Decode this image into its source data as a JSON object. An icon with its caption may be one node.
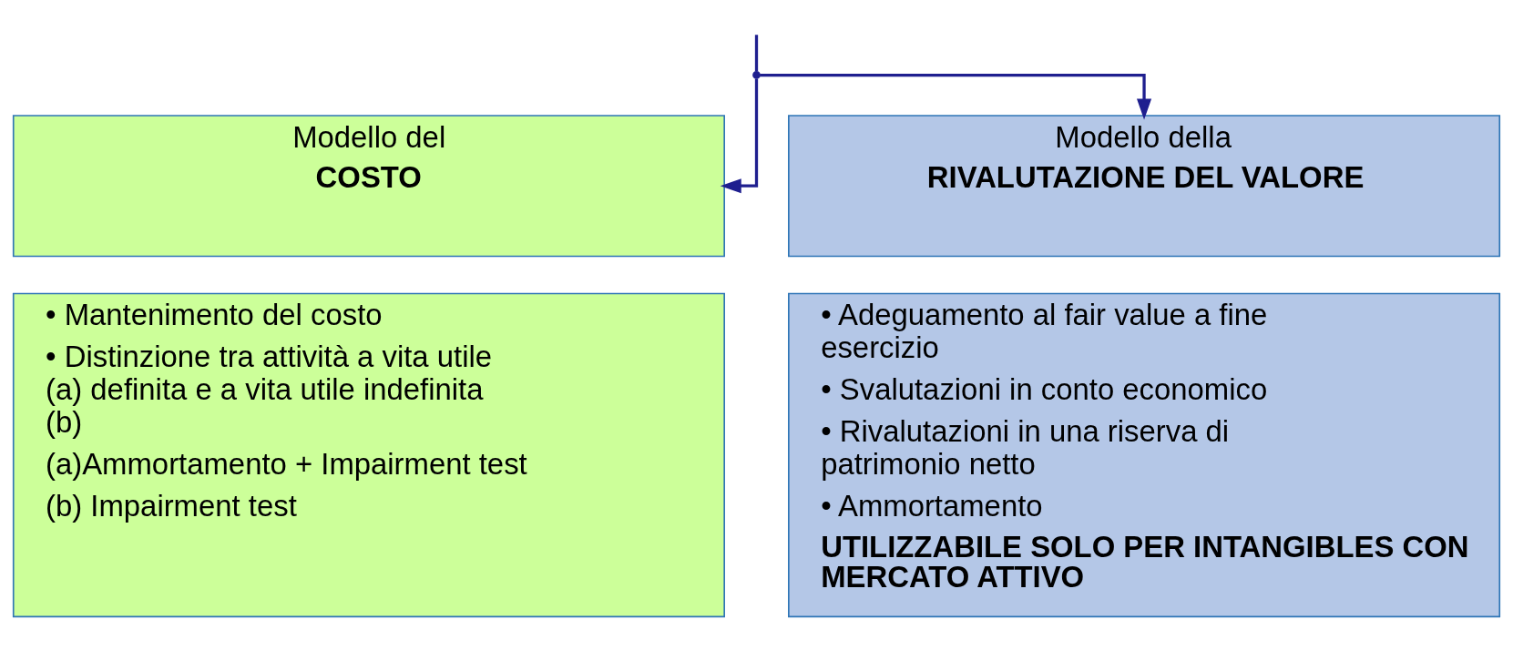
{
  "diagram": {
    "nodes": [
      {
        "text": [],
        "shape": "point"
      },
      {
        "text": [
          "Modello del",
          "COSTO"
        ]
      },
      {
        "text": [
          "• Mantenimento del costo",
          "• Distinzione tra attività a vita utile (a) definita e a vita utile indefinita (b)",
          "(a)Ammortamento + Impairment test",
          "(b) Impairment test"
        ]
      },
      {
        "text": [
          "Modello della",
          "RIVALUTAZIONE DEL VALORE"
        ]
      },
      {
        "text": [
          "• Adeguamento al fair value a fine esercizio",
          "• Svalutazioni in conto economico",
          "• Rivalutazioni in una riserva di patrimonio netto",
          "• Ammortamento",
          "UTILIZZABILE SOLO PER INTANGIBLES CON MERCATO ATTIVO"
        ]
      }
    ],
    "edges": [
      {
        "from": null,
        "to": 0,
        "arrow": "none"
      },
      {
        "from": 0,
        "to": 1,
        "arrow": "to"
      },
      {
        "from": 0,
        "to": 3,
        "arrow": "to"
      }
    ]
  }
}
